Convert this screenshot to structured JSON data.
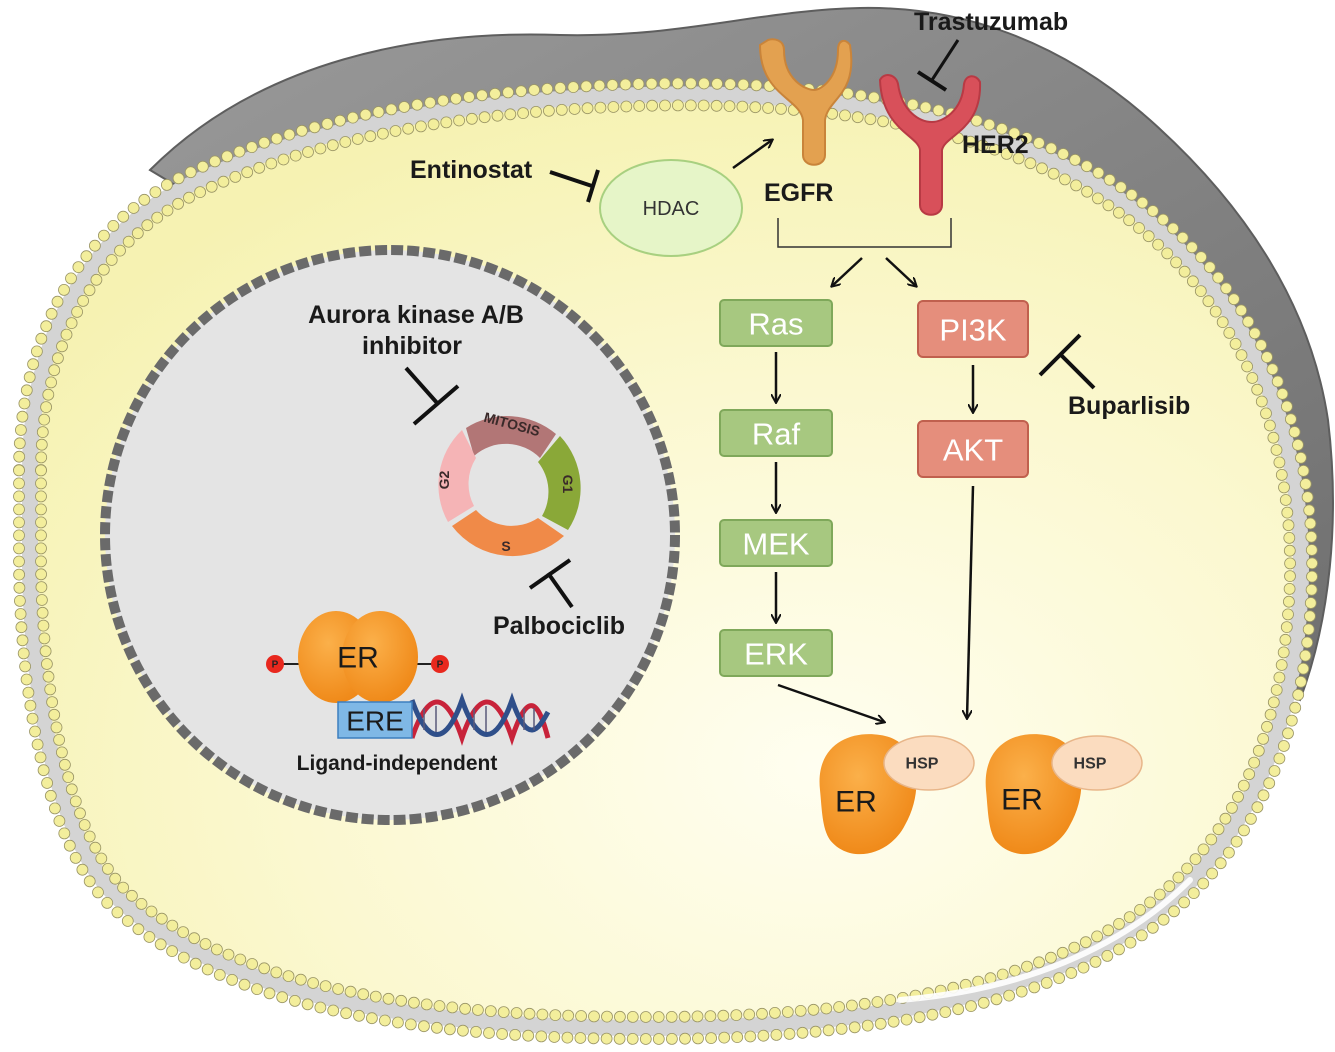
{
  "labels": {
    "trastuzumab": "Trastuzumab",
    "her2": "HER2",
    "egfr": "EGFR",
    "entinostat": "Entinostat",
    "hdac": "HDAC",
    "aurora_line1": "Aurora kinase A/B",
    "aurora_line2": "inhibitor",
    "palbociclib": "Palbociclib",
    "buparlisib": "Buparlisib",
    "ligand_independent": "Ligand-independent",
    "er": "ER",
    "ere": "ERE",
    "p": "P",
    "hsp": "HSP"
  },
  "cell_cycle": {
    "mitosis": "MITOSIS",
    "g1": "G1",
    "s": "S",
    "g2": "G2"
  },
  "mapk_pathway": [
    "Ras",
    "Raf",
    "MEK",
    "ERK"
  ],
  "pi3k_pathway": [
    "PI3K",
    "AKT"
  ],
  "colors": {
    "cytoplasm": "#f8f4b8",
    "membrane_bead": "#f3ee9c",
    "nucleus": "#e4e4e4",
    "mapk_box": "#a7c880",
    "pi3k_box": "#e58e7c",
    "er_orange": "#f39323",
    "egfr": "#e3a150",
    "her2": "#d8505a",
    "hdac": "#e6f5c8",
    "hsp": "#fbdcbf"
  }
}
